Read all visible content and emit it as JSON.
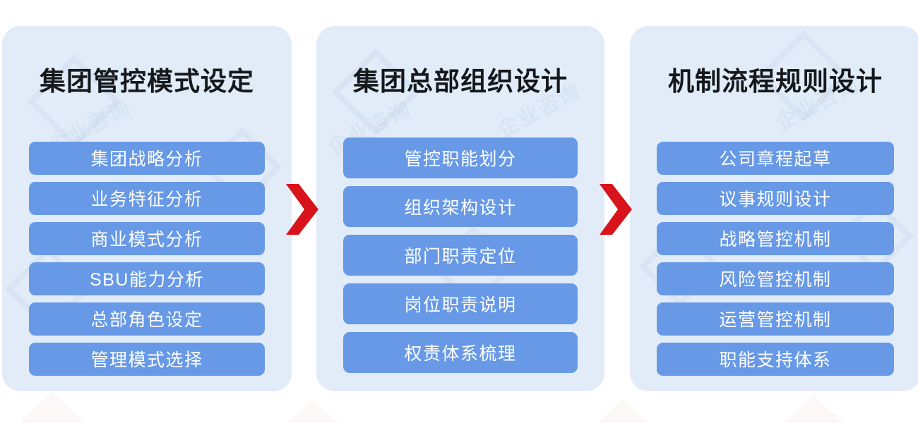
{
  "diagram": {
    "type": "three-stage-process-flow",
    "accent_blue_card": "#e1ecf8",
    "accent_blue_pill": "#6799e7",
    "accent_red_arrow": "#d9131b",
    "title_color": "#15181c",
    "pill_text_color": "#ffffff",
    "background": "#ffffff",
    "columns": [
      {
        "title": "集团管控模式设定",
        "items": [
          "集团战略分析",
          "业务特征分析",
          "商业模式分析",
          "SBU能力分析",
          "总部角色设定",
          "管理模式选择"
        ]
      },
      {
        "title": "集团总部组织设计",
        "items": [
          "管控职能划分",
          "组织架构设计",
          "部门职责定位",
          "岗位职责说明",
          "权责体系梳理"
        ]
      },
      {
        "title": "机制流程规则设计",
        "items": [
          "公司章程起草",
          "议事规则设计",
          "战略管控机制",
          "风险管控机制",
          "运营管控机制",
          "职能支持体系"
        ]
      }
    ],
    "arrows": [
      {
        "name": "arrow-stage-1-to-2",
        "glyph": "chevron-right"
      },
      {
        "name": "arrow-stage-2-to-3",
        "glyph": "chevron-right"
      }
    ]
  }
}
